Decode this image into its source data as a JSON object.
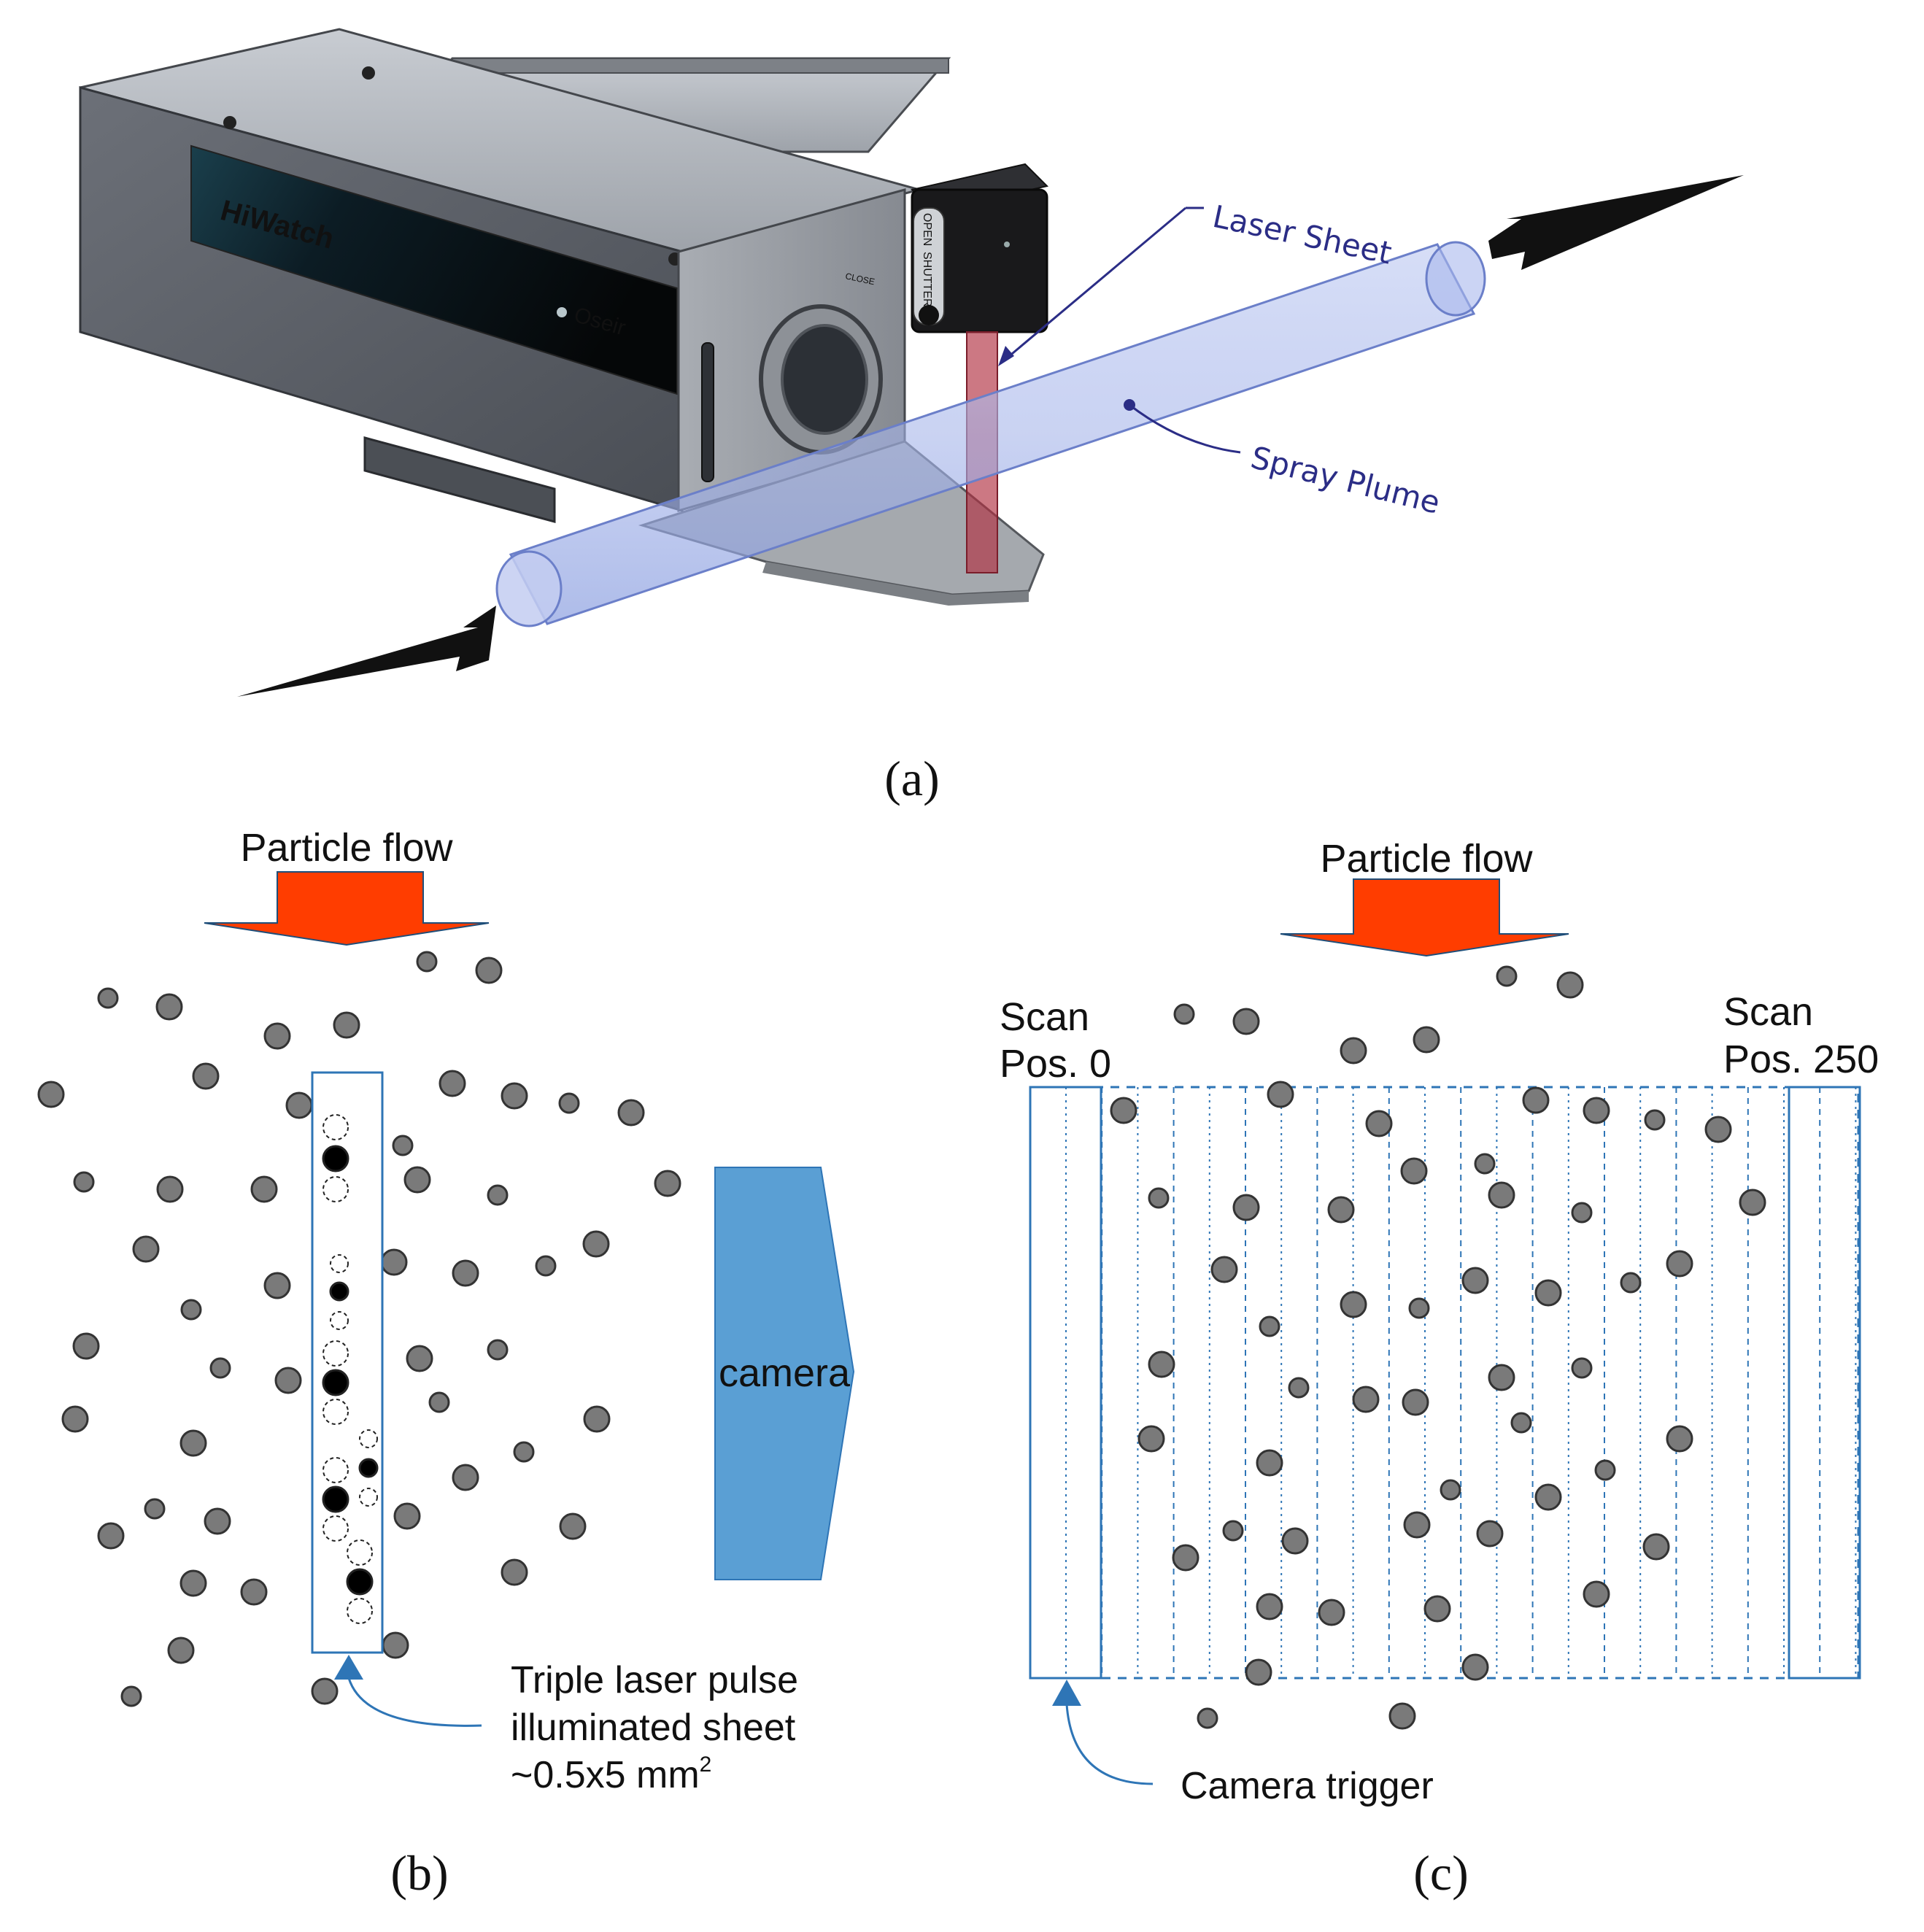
{
  "panel_a": {
    "caption": "(a)",
    "brand_label": "HiWatch",
    "maker_label": "Oseir",
    "shutter_open_label": "OPEN",
    "shutter_name_label": "SHUTTER",
    "shutter_close_label": "CLOSE",
    "laser_sheet_label": "Laser Sheet",
    "spray_plume_label": "Spray Plume"
  },
  "panel_b": {
    "caption": "(b)",
    "flow_label": "Particle flow",
    "camera_label": "camera",
    "sheet_note_line1": "Triple laser pulse",
    "sheet_note_line2": "illuminated sheet",
    "sheet_note_line3": "~0.5x5 mm",
    "sheet_note_sup": "2"
  },
  "panel_c": {
    "caption": "(c)",
    "flow_label": "Particle flow",
    "scan_start_line1": "Scan",
    "scan_start_line2": "Pos. 0",
    "scan_end_line1": "Scan",
    "scan_end_line2": "Pos. 250",
    "trigger_label": "Camera trigger"
  },
  "colors": {
    "flow_arrow": "#ff3d00",
    "camera_box": "#5a9fd4",
    "sheet_outline": "#2e75b6",
    "particle_fill": "#7a7a7a",
    "particle_stroke": "#333333",
    "laser_sheet": "#b03040",
    "spray_plume": "#a8b8ec",
    "callout_text": "#2b2d86"
  }
}
